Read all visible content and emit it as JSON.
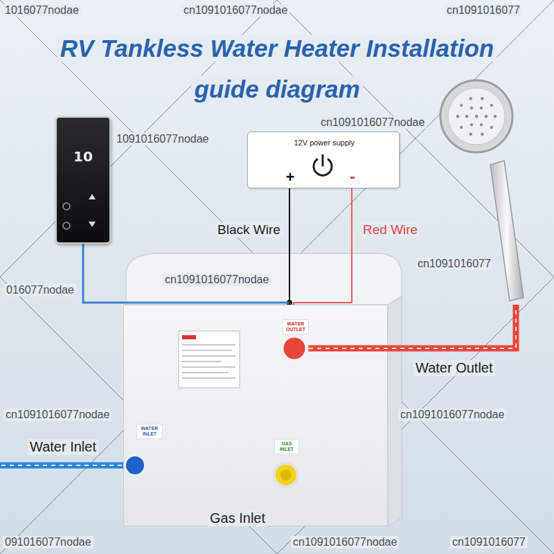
{
  "diagram": {
    "title": "RV Tankless Water Heater Installation guide diagram",
    "nodes": [
      {
        "text": [
          "10"
        ]
      },
      {
        "text": [
          "12V power supply",
          "+",
          "-"
        ]
      },
      {
        "text": [
          "WATER OUTLET",
          "WATER INLET",
          "GAS INLET"
        ]
      }
    ],
    "edges": [
      {
        "from": 0,
        "to": 2,
        "arrow": "none"
      },
      {
        "from": 1,
        "to": 2,
        "label": "Black Wire",
        "arrow": "none"
      },
      {
        "from": 1,
        "to": 2,
        "label": "Red Wire",
        "arrow": "none"
      }
    ],
    "labels": [
      "Water Outlet",
      "Water Inlet",
      "Gas Inlet",
      "1016077nodae",
      "cn1091016077nodae",
      "cn1091016077",
      "1091016077nodae",
      "cn1091016077nodae",
      "016077nodae",
      "cn1091016077nodae",
      "cn1091016077",
      "cn1091016077nodae",
      "cn1091016077nodae",
      "091016077nodae",
      "cn1091016077nodae",
      "cn1091016077"
    ]
  }
}
